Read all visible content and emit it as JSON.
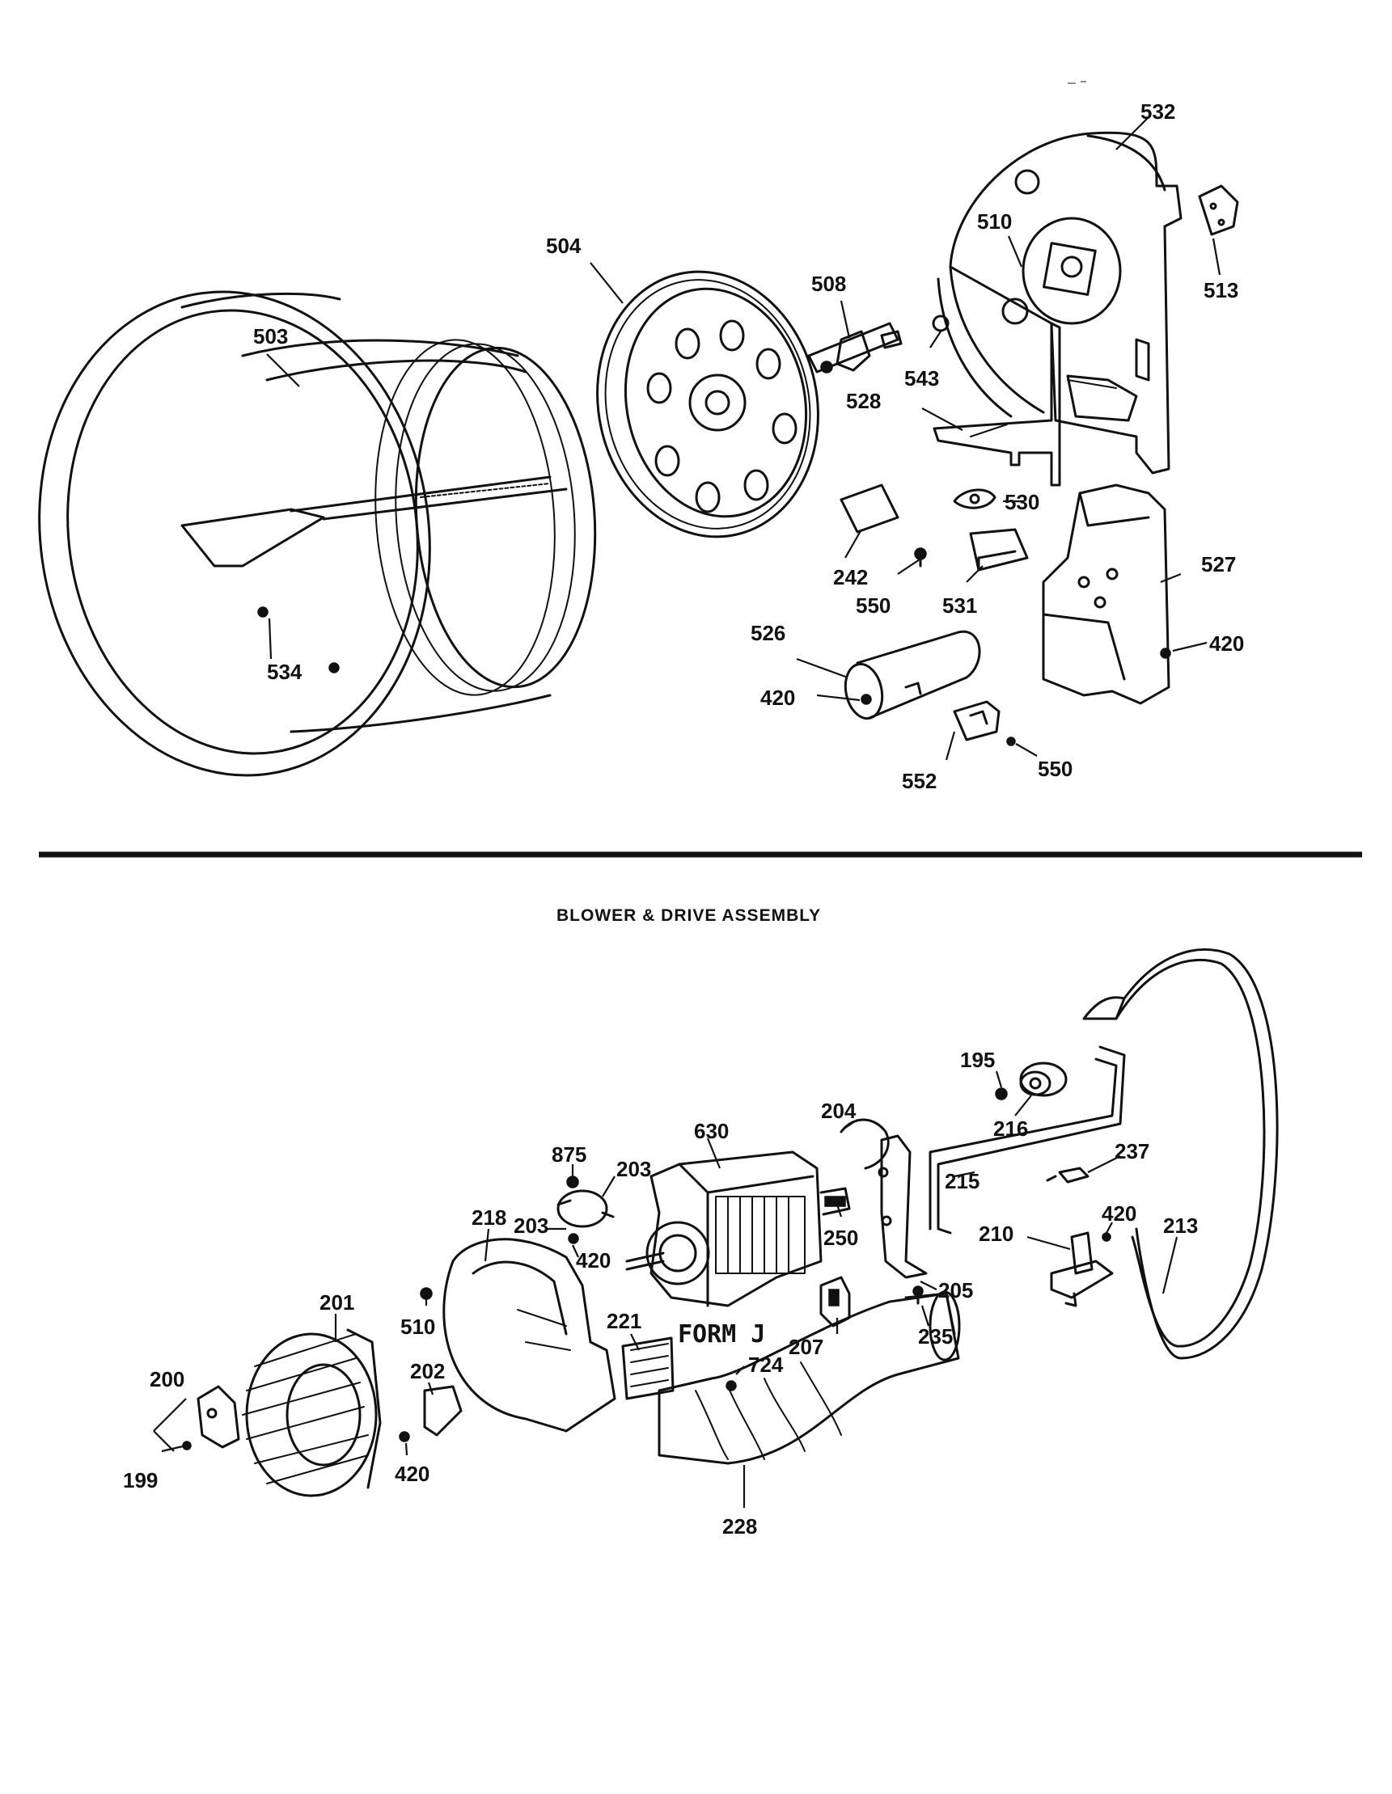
{
  "sections": {
    "upper_divider": true,
    "blower_title": "BLOWER & DRIVE ASSEMBLY",
    "motor_form": "FORM J"
  },
  "labels": {
    "p503": "503",
    "p504": "504",
    "p508": "508",
    "p510a": "510",
    "p513": "513",
    "p532": "532",
    "p543": "543",
    "p528": "528",
    "p530": "530",
    "p242": "242",
    "p550a": "550",
    "p531": "531",
    "p527": "527",
    "p420a": "420",
    "p526": "526",
    "p420b": "420",
    "p552": "552",
    "p550b": "550",
    "p534": "534",
    "p875": "875",
    "p203a": "203",
    "p203b": "203",
    "p630": "630",
    "p204": "204",
    "p195": "195",
    "p216": "216",
    "p237": "237",
    "p215": "215",
    "p420c": "420",
    "p210": "210",
    "p213": "213",
    "p218": "218",
    "p420d": "420",
    "p250": "250",
    "p205": "205",
    "p201": "201",
    "p510b": "510",
    "p221": "221",
    "p207": "207",
    "p235": "235",
    "p724": "724",
    "p200": "200",
    "p202": "202",
    "p199": "199",
    "p420e": "420",
    "p228": "228"
  }
}
